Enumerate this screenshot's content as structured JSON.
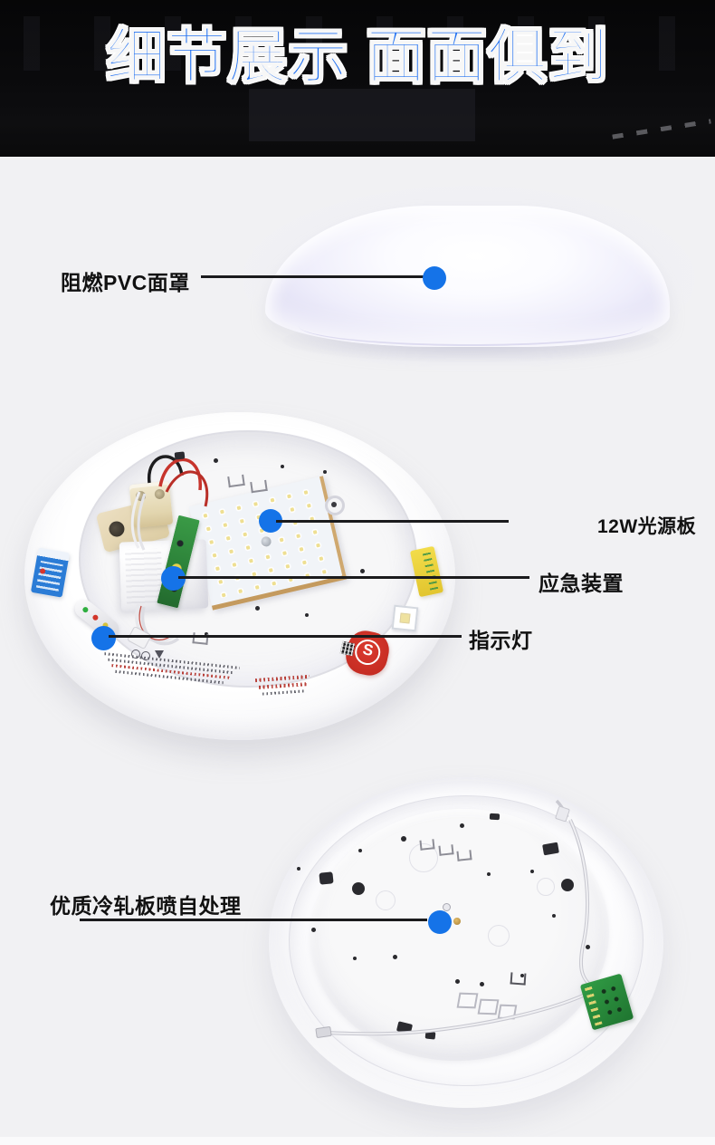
{
  "header": {
    "title": "细节展示 面面俱到"
  },
  "callouts": {
    "pvc_cover": "阻燃PVC面罩",
    "led_board": "12W光源板",
    "emergency_device": "应急装置",
    "indicator_light": "指示灯",
    "cold_rolled_plate": "优质冷轧板喷自处理"
  },
  "stickers": {
    "safety_mark_letter": "S"
  },
  "colors": {
    "page_background": "#f1f1f3",
    "header_background": "#0a0a0c",
    "title_blue": "#1e6ff2",
    "callout_dot_blue": "#1573e8",
    "leader_line_black": "#1b1b1d"
  }
}
